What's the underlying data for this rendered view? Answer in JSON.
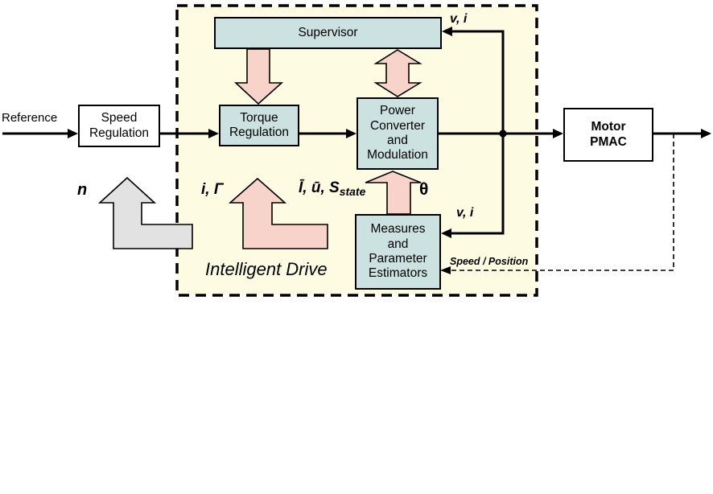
{
  "diagram": {
    "colors": {
      "box_fill": "#cbe2e1",
      "container_fill": "#fdfce2",
      "pink_arrow": "#f8d3c9",
      "gray_arrow": "#e2e2e2",
      "wire": "#000000"
    },
    "blocks": {
      "speed_regulation": {
        "label": "Speed\nRegulation"
      },
      "supervisor": {
        "label": "Supervisor"
      },
      "torque_regulation": {
        "label": "Torque\nRegulation"
      },
      "power_converter": {
        "label": "Power\nConverter\nand\nModulation"
      },
      "measures": {
        "label": "Measures\nand\nParameter\nEstimators"
      },
      "motor": {
        "label": "Motor\nPMAC"
      }
    },
    "labels": {
      "reference": "Reference",
      "n": "n",
      "i_gamma": "i, Γ",
      "iu_s_base": "Ī, ū, S",
      "iu_s_sub": "state",
      "theta": "θ",
      "v_i_top": "v, i",
      "v_i_mid": "v, i",
      "intelligent_drive": "Intelligent Drive",
      "speed_position": "Speed / Position"
    }
  }
}
